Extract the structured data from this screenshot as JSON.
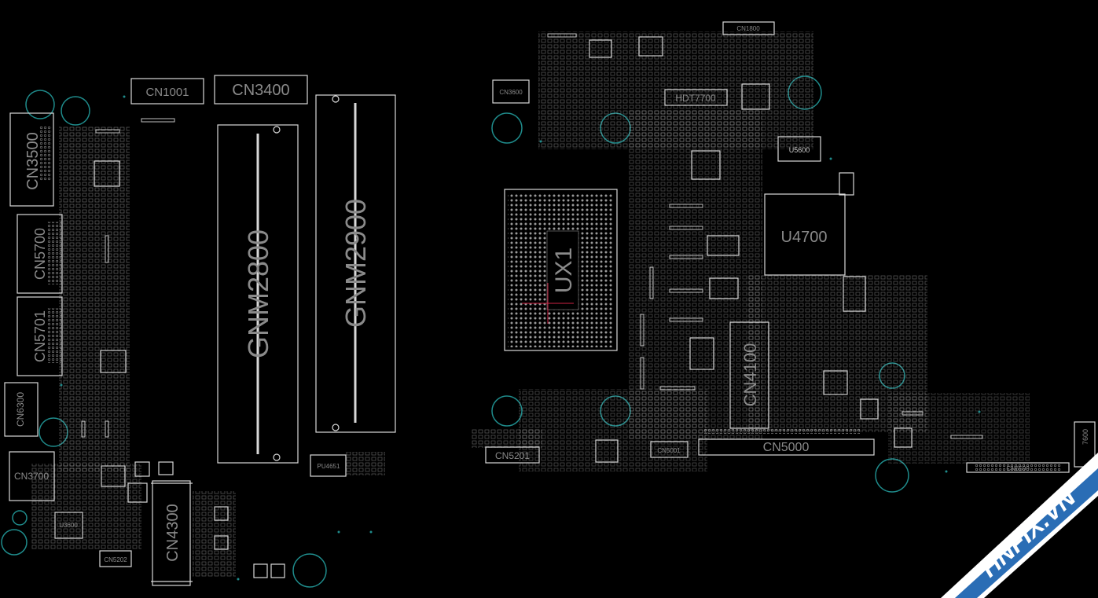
{
  "labels": {
    "cn1001": "CN1001",
    "cn3400": "CN3400",
    "cn3500": "CN3500",
    "cn5700": "CN5700",
    "cn5701": "CN5701",
    "cn6300": "CN6300",
    "cn3700": "CN3700",
    "u3600": "U3600",
    "cn5202": "CN5202",
    "cn4300": "CN4300",
    "gnm2800": "GNM2800",
    "gnm2900": "GNM2900",
    "pu4651": "PU4651",
    "cn3600": "CN3600",
    "cn1800": "CN1800",
    "hdt7700": "HDT7700",
    "u5600": "U5600",
    "ux1": "UX1",
    "u4700": "U4700",
    "cn4100": "CN4100",
    "cn5000": "CN5000",
    "cn5201": "CN5201",
    "cn5001": "CN5001",
    "cn6500": "CN6500",
    "cn7600": "7600"
  },
  "watermark": {
    "text": "HNFIX.VN",
    "color": "#2a6db5"
  },
  "colors": {
    "background": "#000000",
    "outline": "#d8d8d8",
    "label": "#8a8a8a",
    "hole": "#1f8c8c"
  }
}
